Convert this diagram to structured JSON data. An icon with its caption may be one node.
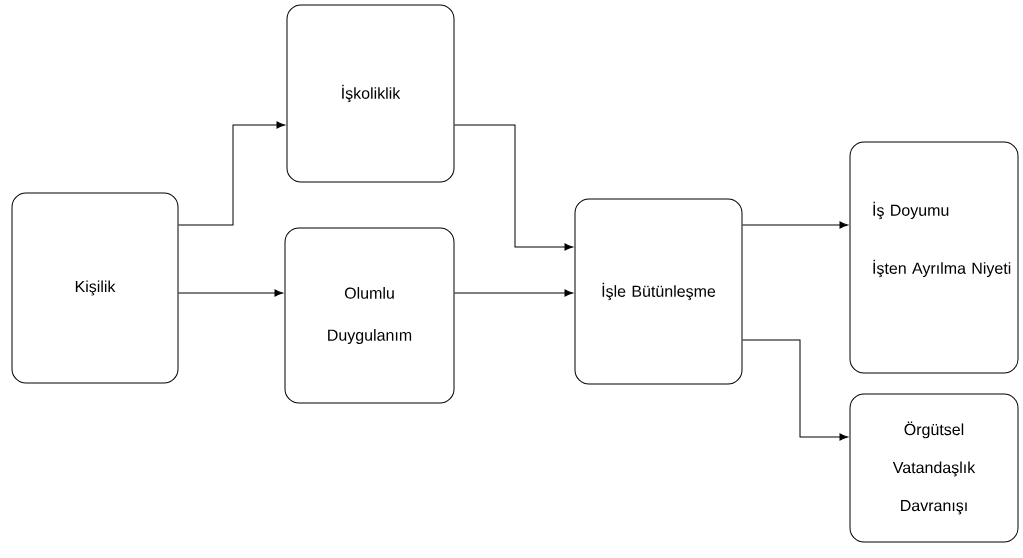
{
  "diagram": {
    "nodes": [
      {
        "text": [
          "Kişilik"
        ]
      },
      {
        "text": [
          "İşkoliklik"
        ]
      },
      {
        "text": [
          "Olumlu Duygulanım"
        ]
      },
      {
        "text": [
          "İşle Bütünleşme"
        ]
      },
      {
        "text": [
          "İş Doyumu",
          "İşten Ayrılma Niyeti"
        ]
      },
      {
        "text": [
          "Örgütsel Vatandaşlık Davranışı"
        ]
      }
    ],
    "edges": [
      {
        "from": 0,
        "to": 1,
        "arrow": "to"
      },
      {
        "from": 0,
        "to": 2,
        "arrow": "to"
      },
      {
        "from": 1,
        "to": 3,
        "arrow": "to"
      },
      {
        "from": 2,
        "to": 3,
        "arrow": "to"
      },
      {
        "from": 3,
        "to": 4,
        "arrow": "to"
      },
      {
        "from": 3,
        "to": 5,
        "arrow": "to"
      }
    ]
  }
}
